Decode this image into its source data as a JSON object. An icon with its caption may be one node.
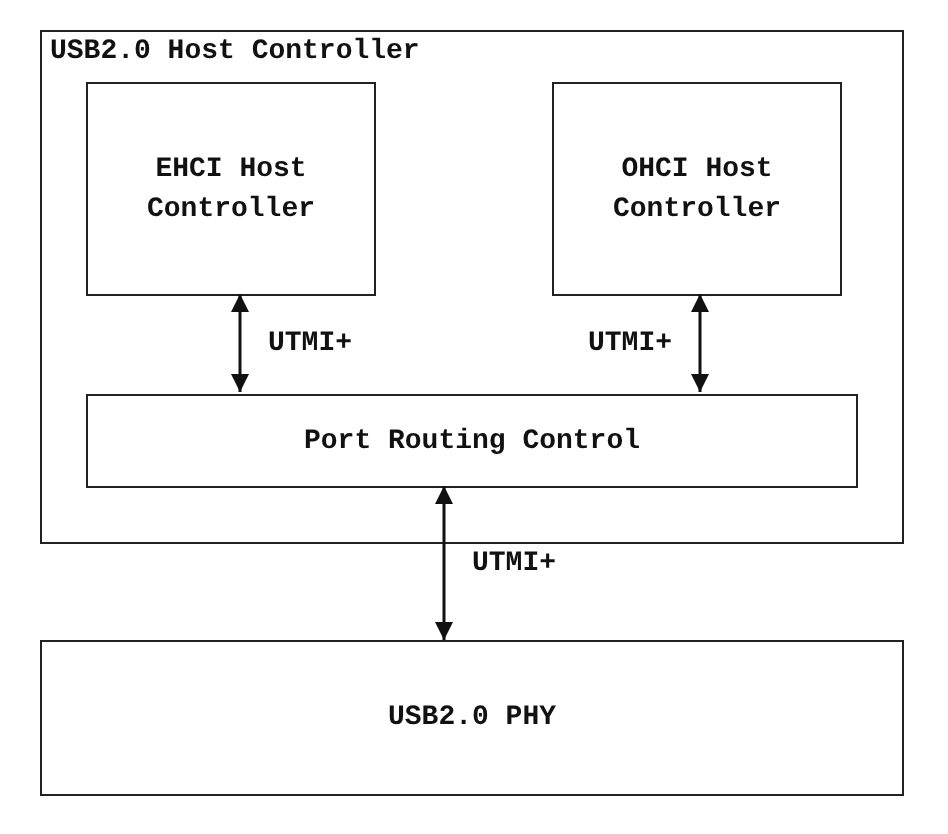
{
  "diagram": {
    "nodes": [
      {
        "text": [
          "USB2.0 Host Controller"
        ]
      },
      {
        "text": [
          "EHCI Host Controller"
        ],
        "in": 0
      },
      {
        "text": [
          "OHCI Host Controller"
        ],
        "in": 0
      },
      {
        "text": [
          "Port Routing Control"
        ],
        "in": 0
      },
      {
        "text": [
          "USB2.0 PHY"
        ]
      }
    ],
    "edges": [
      {
        "from": 1,
        "to": 3,
        "arrow": "both",
        "label": "UTMI+"
      },
      {
        "from": 2,
        "to": 3,
        "arrow": "both",
        "label": "UTMI+"
      },
      {
        "from": 3,
        "to": 4,
        "arrow": "both",
        "label": "UTMI+"
      }
    ]
  }
}
